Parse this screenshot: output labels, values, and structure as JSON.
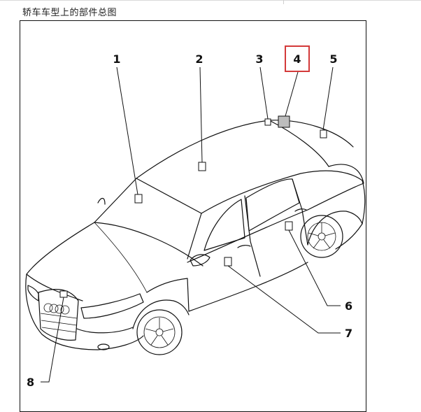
{
  "title": "轿车车型上的部件总图",
  "highlight_color": "#d33a3a",
  "callouts": [
    {
      "label": "1",
      "highlighted": false
    },
    {
      "label": "2",
      "highlighted": false
    },
    {
      "label": "3",
      "highlighted": false
    },
    {
      "label": "4",
      "highlighted": true
    },
    {
      "label": "5",
      "highlighted": false
    },
    {
      "label": "6",
      "highlighted": false
    },
    {
      "label": "7",
      "highlighted": false
    },
    {
      "label": "8",
      "highlighted": false
    }
  ]
}
